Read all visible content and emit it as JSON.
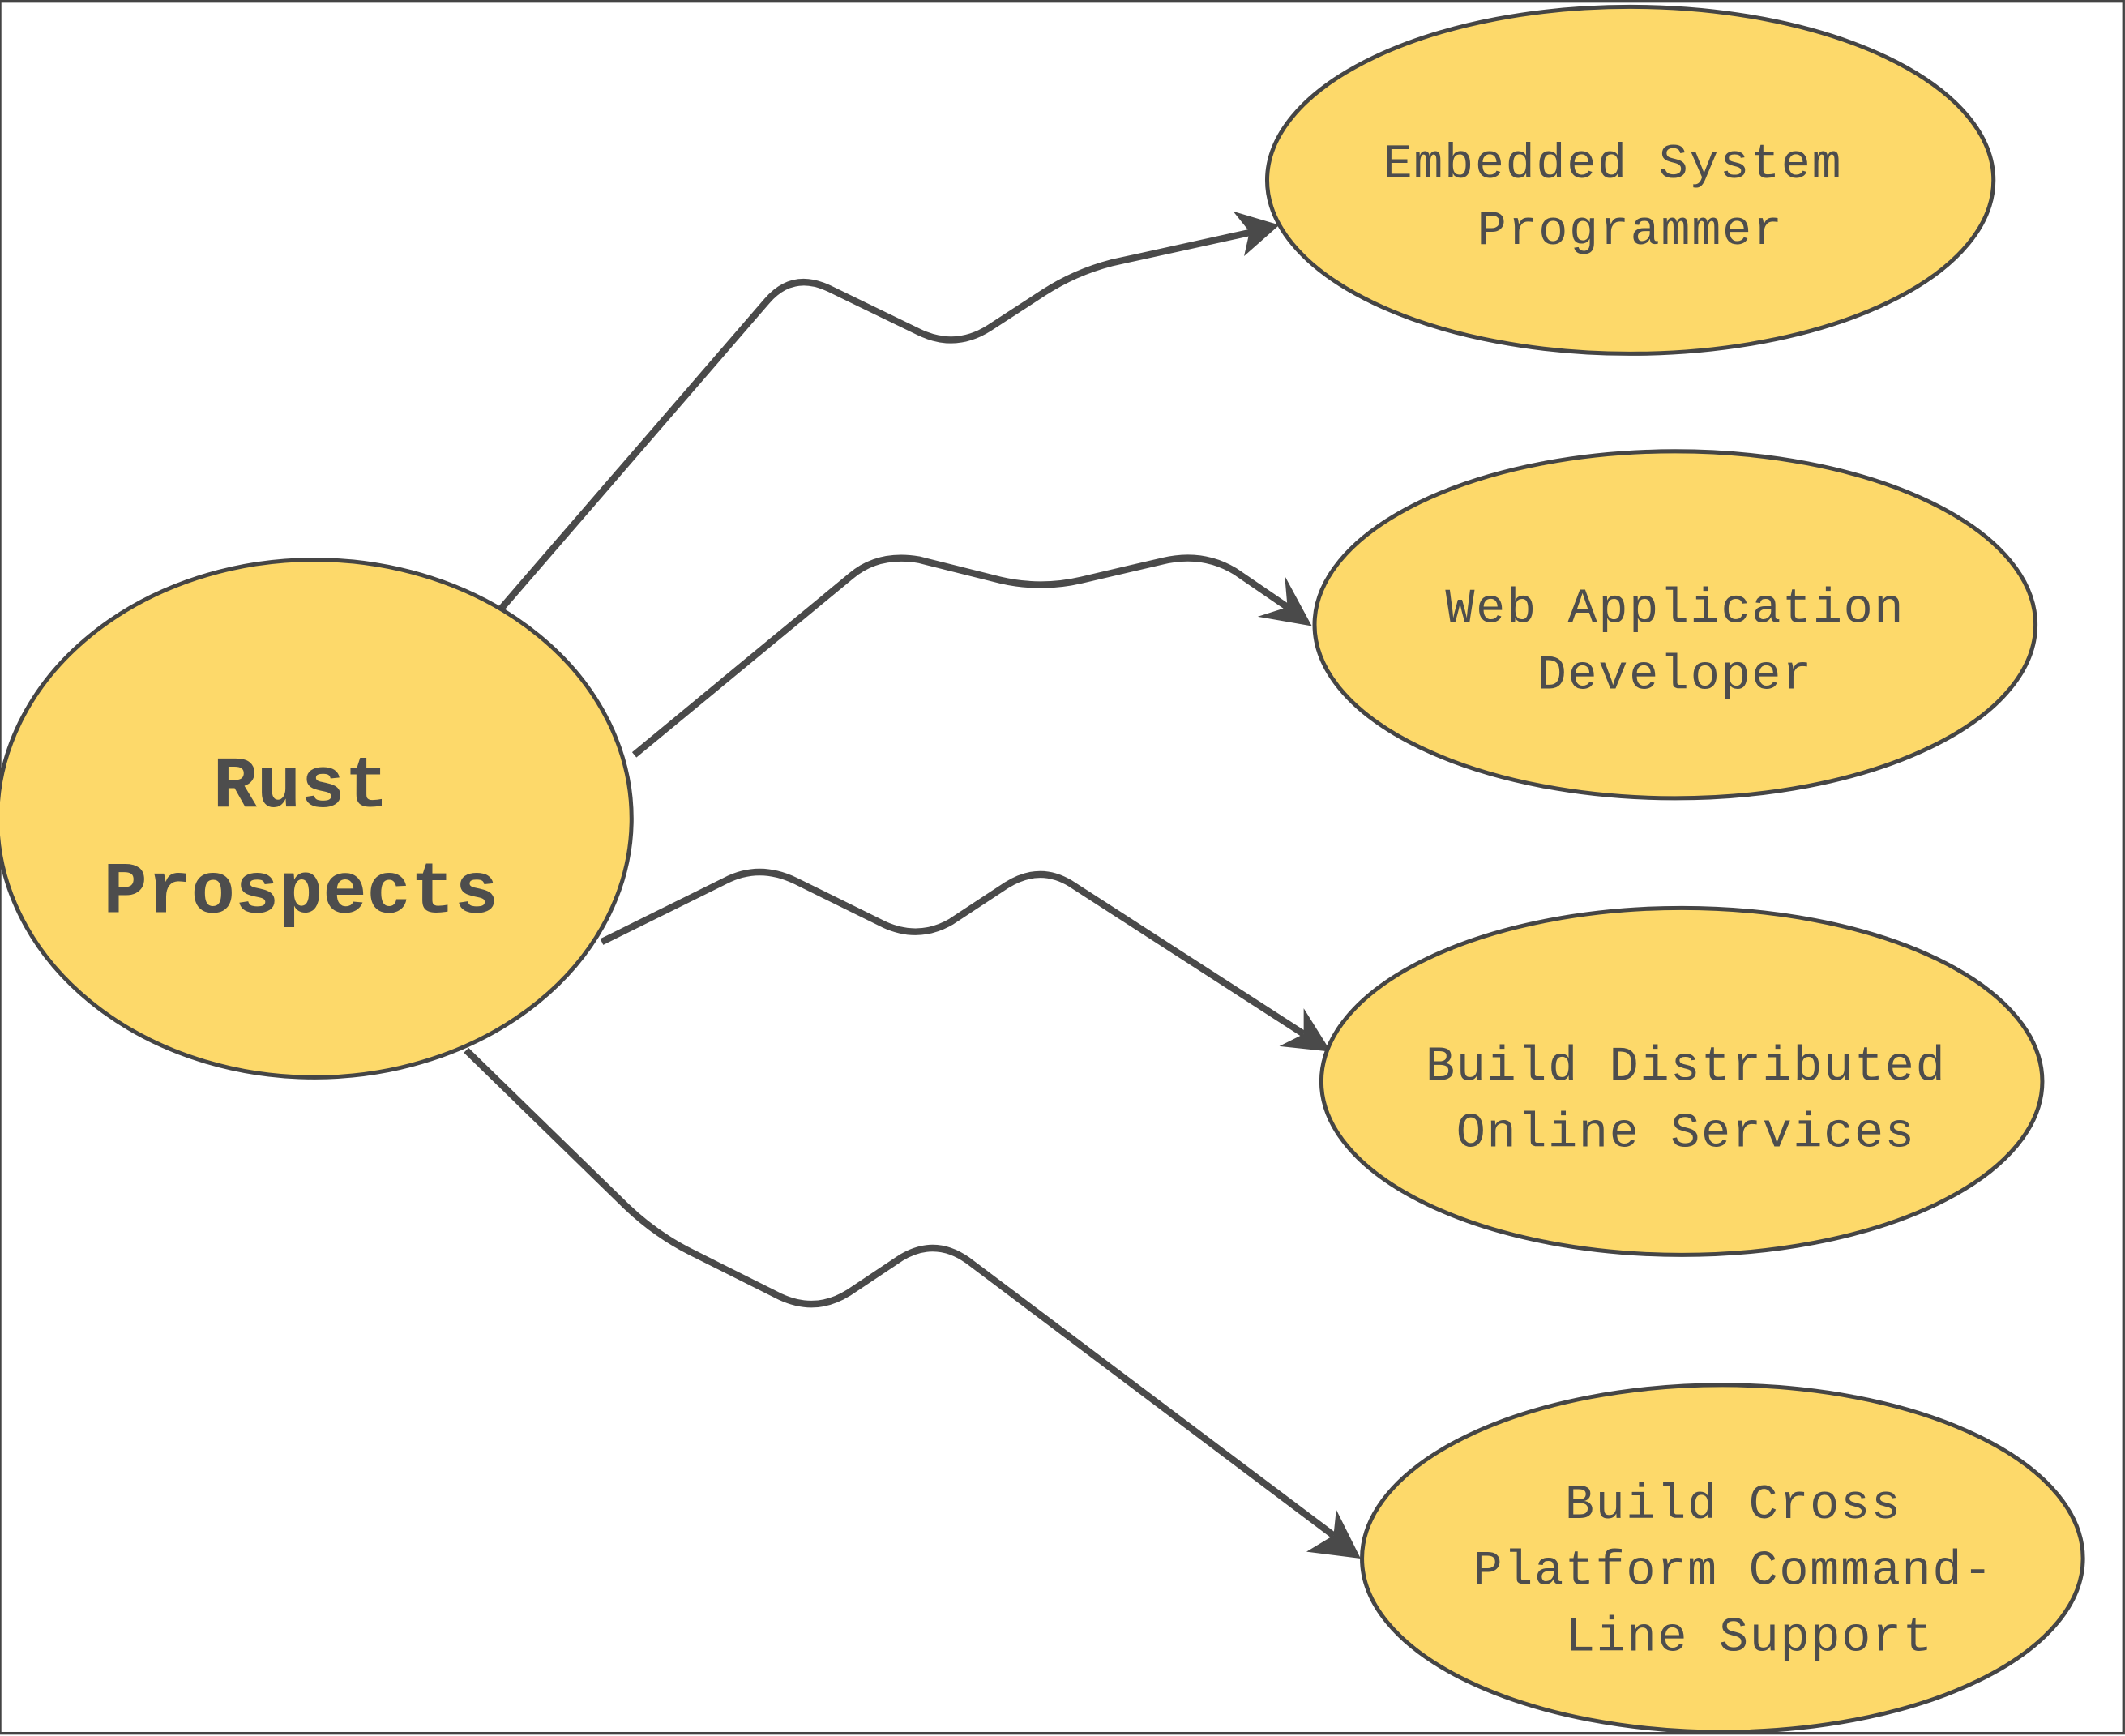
{
  "diagram": {
    "root": {
      "lines": [
        "Rust",
        "Prospects"
      ]
    },
    "nodes": [
      {
        "lines": [
          "Embedded System",
          "Programmer"
        ]
      },
      {
        "lines": [
          "Web Application",
          "Developer"
        ]
      },
      {
        "lines": [
          "Build Distributed",
          "Online Services"
        ]
      },
      {
        "lines": [
          "Build Cross",
          "Platform Command-",
          "Line Support"
        ]
      }
    ],
    "colors": {
      "node_fill": "#fdd96a",
      "stroke": "#454545",
      "text": "#4d4d4d"
    }
  }
}
